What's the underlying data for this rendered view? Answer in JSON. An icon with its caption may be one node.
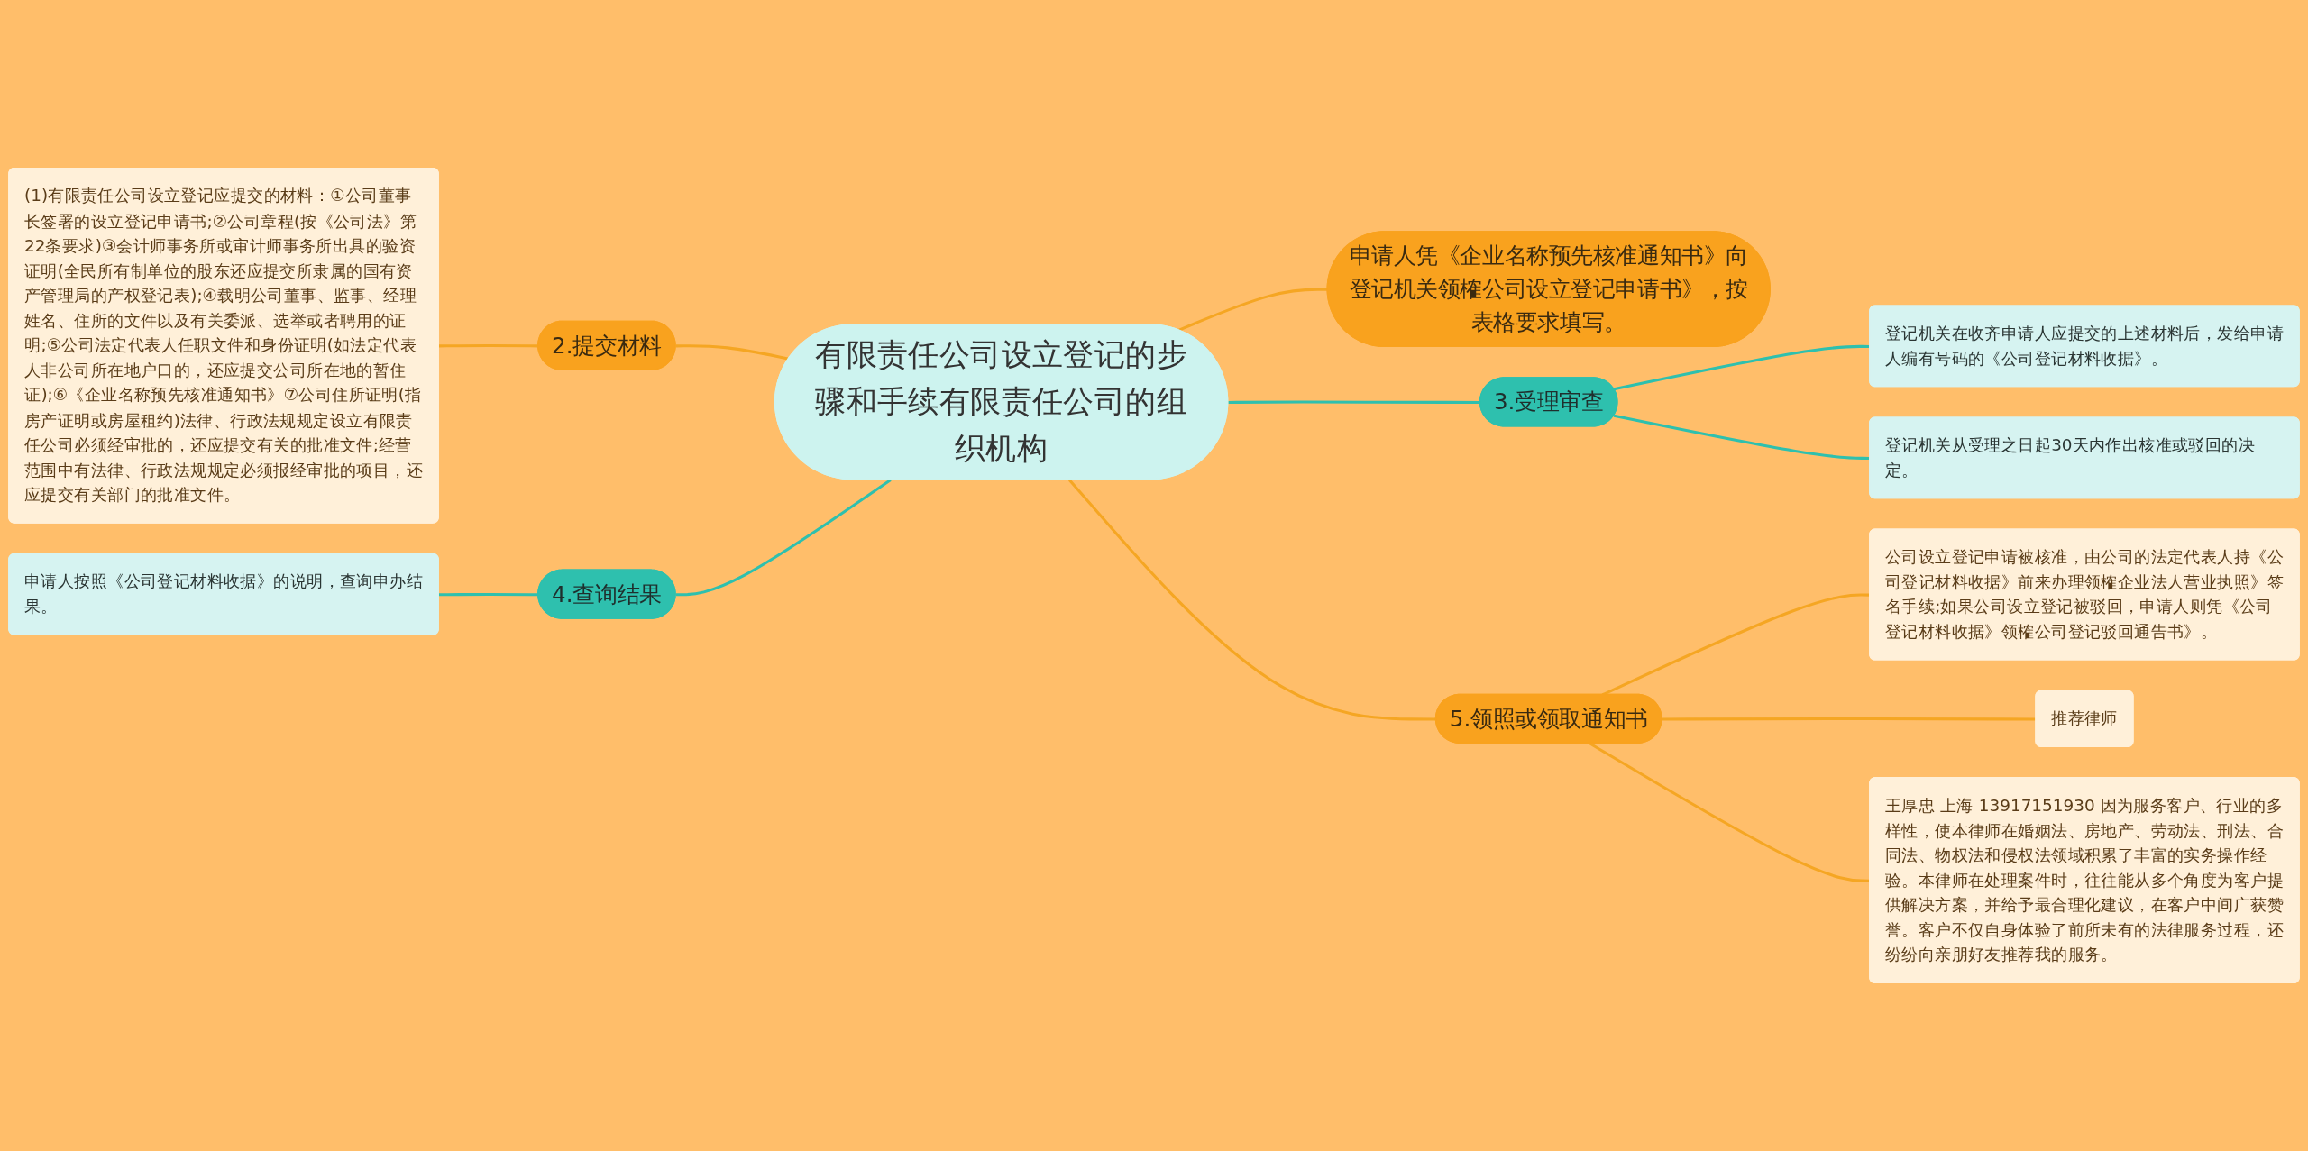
{
  "diagram": {
    "nodes": [
      {
        "text": [
          "有限责任公司设立登记的步骤和手续有限责任公司的组织机构"
        ]
      },
      {
        "text": [
          "申请人凭《企业名称预先核准通知书》向登记机关领榷公司设立登记申请书》，按表格要求填写。"
        ]
      },
      {
        "text": [
          "2.提交材料"
        ]
      },
      {
        "text": [
          "(1)有限责任公司设立登记应提交的材料：①公司董事长签署的设立登记申请书;②公司章程(按《公司法》第22条要求)③会计师事务所或审计师事务所出具的验资证明(全民所有制单位的股东还应提交所隶属的国有资产管理局的产权登记表);④载明公司董事、监事、经理姓名、住所的文件以及有关委派、选举或者聘用的证明;⑤公司法定代表人任职文件和身份证明(如法定代表人非公司所在地户口的，还应提交公司所在地的暂住证);⑥《企业名称预先核准通知书》⑦公司住所证明(指房产证明或房屋租约)法律、行政法规规定设立有限责任公司必须经审批的，还应提交有关的批准文件;经营范围中有法律、行政法规规定必须报经审批的项目，还应提交有关部门的批准文件。"
        ]
      },
      {
        "text": [
          "3.受理审查"
        ]
      },
      {
        "text": [
          "登记机关在收齐申请人应提交的上述材料后，发给申请人编有号码的《公司登记材料收据》。"
        ]
      },
      {
        "text": [
          "登记机关从受理之日起30天内作出核准或驳回的决定。"
        ]
      },
      {
        "text": [
          "4.查询结果"
        ]
      },
      {
        "text": [
          "申请人按照《公司登记材料收据》的说明，查询申办结果。"
        ]
      },
      {
        "text": [
          "5.领照或领取通知书"
        ]
      },
      {
        "text": [
          "公司设立登记申请被核准，由公司的法定代表人持《公司登记材料收据》前来办理领榷企业法人营业执照》签名手续;如果公司设立登记被驳回，申请人则凭《公司登记材料收据》领榷公司登记驳回通告书》。"
        ]
      },
      {
        "text": [
          "推荐律师"
        ]
      },
      {
        "text": [
          "王厚忠 上海 13917151930 因为服务客户、行业的多样性，使本律师在婚姻法、房地产、劳动法、刑法、合同法、物权法和侵权法领域积累了丰富的实务操作经验。本律师在处理案件时，往往能从多个角度为客户提供解决方案，并给予最合理化建议，在客户中间广获赞誉。客户不仅自身体验了前所未有的法律服务过程，还纷纷向亲朋好友推荐我的服务。"
        ]
      }
    ],
    "edges": [
      {
        "from": 0,
        "to": 1,
        "arrow": "none"
      },
      {
        "from": 2,
        "to": 0,
        "arrow": "none"
      },
      {
        "from": 3,
        "to": 2,
        "arrow": "none"
      },
      {
        "from": 0,
        "to": 4,
        "arrow": "none",
        "color": "#2ec0ae"
      },
      {
        "from": 4,
        "to": 5,
        "arrow": "none",
        "color": "#2ec0ae"
      },
      {
        "from": 4,
        "to": 6,
        "arrow": "none",
        "color": "#2ec0ae"
      },
      {
        "from": 7,
        "to": 0,
        "arrow": "none",
        "color": "#2ec0ae"
      },
      {
        "from": 8,
        "to": 7,
        "arrow": "none",
        "color": "#2ec0ae"
      },
      {
        "from": 0,
        "to": 9,
        "arrow": "none"
      },
      {
        "from": 9,
        "to": 10,
        "arrow": "none"
      },
      {
        "from": 9,
        "to": 11,
        "arrow": "none"
      },
      {
        "from": 9,
        "to": 12,
        "arrow": "none"
      }
    ]
  }
}
